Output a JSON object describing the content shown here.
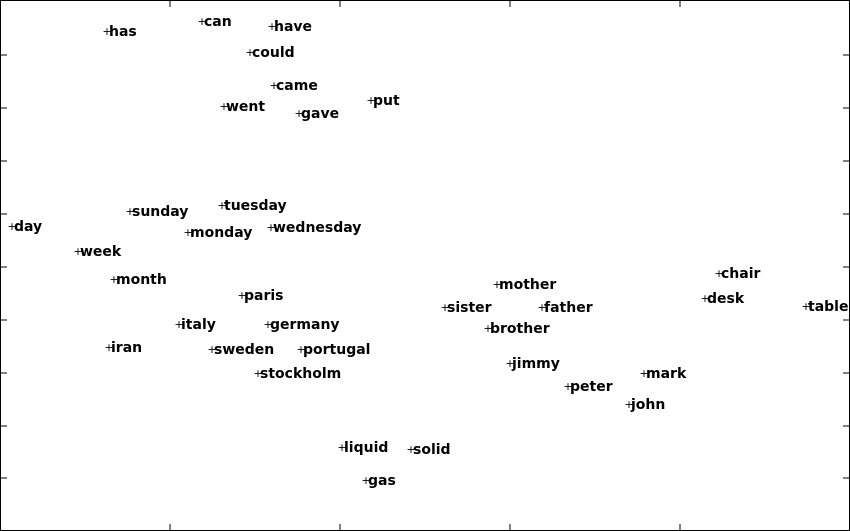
{
  "chart_data": {
    "type": "scatter",
    "title": "",
    "xlabel": "",
    "ylabel": "",
    "xlim": [
      0,
      850
    ],
    "ylim": [
      0,
      531
    ],
    "grid": false,
    "legend": "none",
    "colors": {
      "text": "#000000",
      "axis": "#000000",
      "background": "#ffffff"
    },
    "x_ticks": [
      170,
      340,
      510,
      680
    ],
    "y_ticks": [
      53,
      105,
      158,
      211,
      264,
      317,
      370,
      423,
      476
    ],
    "points": [
      {
        "label": "has",
        "x": 107,
        "y": 500
      },
      {
        "label": "can",
        "x": 202,
        "y": 510
      },
      {
        "label": "have",
        "x": 272,
        "y": 505
      },
      {
        "label": "could",
        "x": 250,
        "y": 479
      },
      {
        "label": "came",
        "x": 274,
        "y": 446
      },
      {
        "label": "went",
        "x": 224,
        "y": 425
      },
      {
        "label": "gave",
        "x": 299,
        "y": 418
      },
      {
        "label": "put",
        "x": 371,
        "y": 431
      },
      {
        "label": "day",
        "x": 12,
        "y": 305
      },
      {
        "label": "sunday",
        "x": 130,
        "y": 320
      },
      {
        "label": "tuesday",
        "x": 222,
        "y": 326
      },
      {
        "label": "monday",
        "x": 188,
        "y": 299
      },
      {
        "label": "wednesday",
        "x": 271,
        "y": 304
      },
      {
        "label": "week",
        "x": 78,
        "y": 280
      },
      {
        "label": "month",
        "x": 114,
        "y": 252
      },
      {
        "label": "paris",
        "x": 242,
        "y": 236
      },
      {
        "label": "italy",
        "x": 179,
        "y": 207
      },
      {
        "label": "germany",
        "x": 268,
        "y": 207
      },
      {
        "label": "iran",
        "x": 109,
        "y": 184
      },
      {
        "label": "sweden",
        "x": 212,
        "y": 182
      },
      {
        "label": "portugal",
        "x": 301,
        "y": 182
      },
      {
        "label": "stockholm",
        "x": 258,
        "y": 158
      },
      {
        "label": "liquid",
        "x": 342,
        "y": 84
      },
      {
        "label": "solid",
        "x": 411,
        "y": 82
      },
      {
        "label": "gas",
        "x": 366,
        "y": 51
      },
      {
        "label": "mother",
        "x": 497,
        "y": 247
      },
      {
        "label": "sister",
        "x": 445,
        "y": 224
      },
      {
        "label": "father",
        "x": 542,
        "y": 224
      },
      {
        "label": "brother",
        "x": 488,
        "y": 203
      },
      {
        "label": "jimmy",
        "x": 510,
        "y": 168
      },
      {
        "label": "peter",
        "x": 568,
        "y": 145
      },
      {
        "label": "mark",
        "x": 644,
        "y": 158
      },
      {
        "label": "john",
        "x": 629,
        "y": 127
      },
      {
        "label": "chair",
        "x": 719,
        "y": 258
      },
      {
        "label": "desk",
        "x": 705,
        "y": 233
      },
      {
        "label": "table",
        "x": 806,
        "y": 225
      }
    ]
  }
}
